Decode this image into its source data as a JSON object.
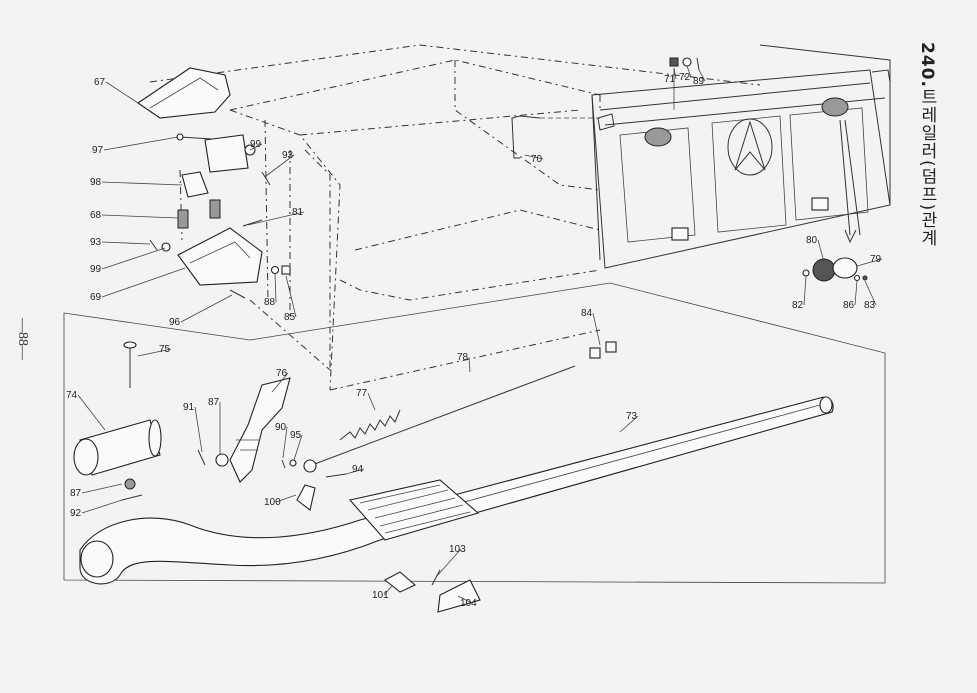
{
  "title": {
    "number": "240.",
    "text": "트레일러(덤프)관계"
  },
  "page_number": "—88—",
  "callouts": [
    "67",
    "97",
    "99",
    "93",
    "98",
    "68",
    "81",
    "93",
    "99",
    "69",
    "88",
    "85",
    "96",
    "71",
    "72",
    "89",
    "70",
    "80",
    "79",
    "82",
    "86",
    "83",
    "84",
    "75",
    "74",
    "76",
    "78",
    "77",
    "73",
    "91",
    "87",
    "90",
    "95",
    "94",
    "87",
    "92",
    "100",
    "103",
    "101",
    "104"
  ]
}
